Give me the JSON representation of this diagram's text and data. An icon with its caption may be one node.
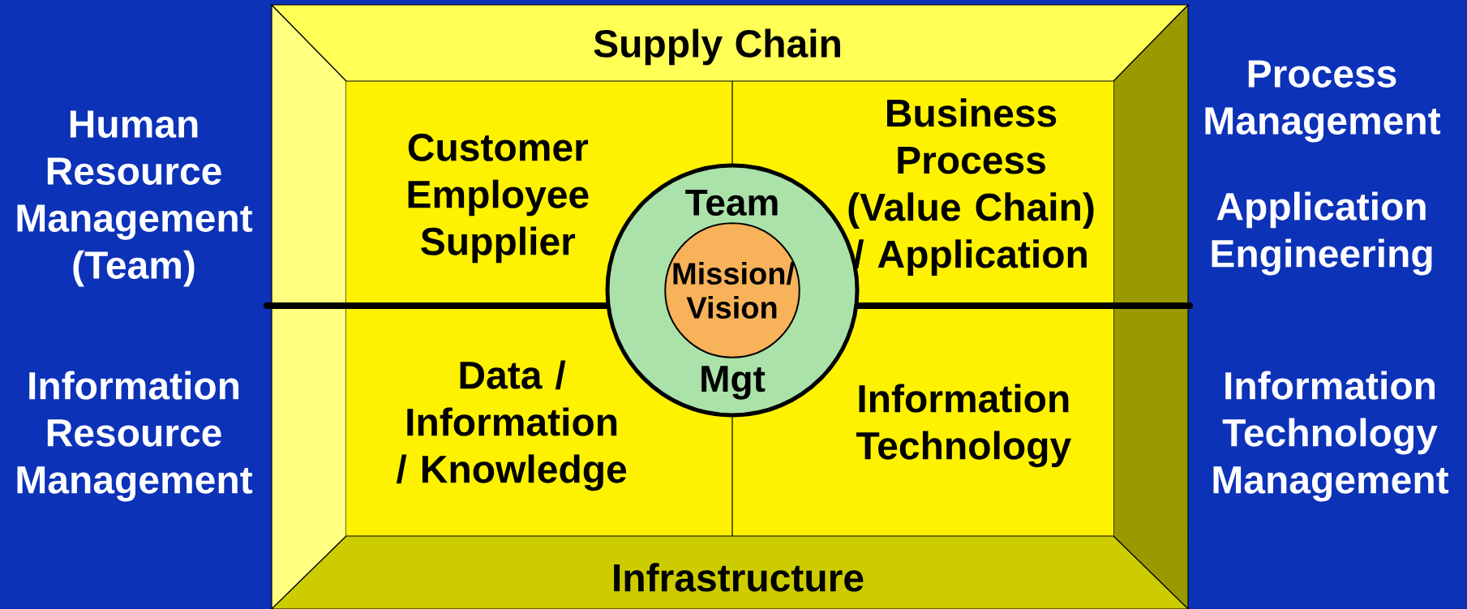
{
  "diagram": {
    "nodes": [
      {
        "text": [
          "Supply Chain"
        ]
      },
      {
        "text": [
          "Infrastructure"
        ]
      },
      {
        "text": [
          "Customer Employee Supplier"
        ]
      },
      {
        "text": [
          "Business Process (Value Chain) / Application"
        ]
      },
      {
        "text": [
          "Data / Information / Knowledge"
        ]
      },
      {
        "text": [
          "Information Technology"
        ]
      },
      {
        "text": [
          "Team",
          "Mgt"
        ]
      },
      {
        "text": [
          "Mission/ Vision"
        ],
        "in": 6
      }
    ],
    "labels": [
      "Process Management",
      "Human Resource Management (Team)",
      "Application Engineering",
      "Information Resource Management",
      "Information Technology Management"
    ]
  }
}
